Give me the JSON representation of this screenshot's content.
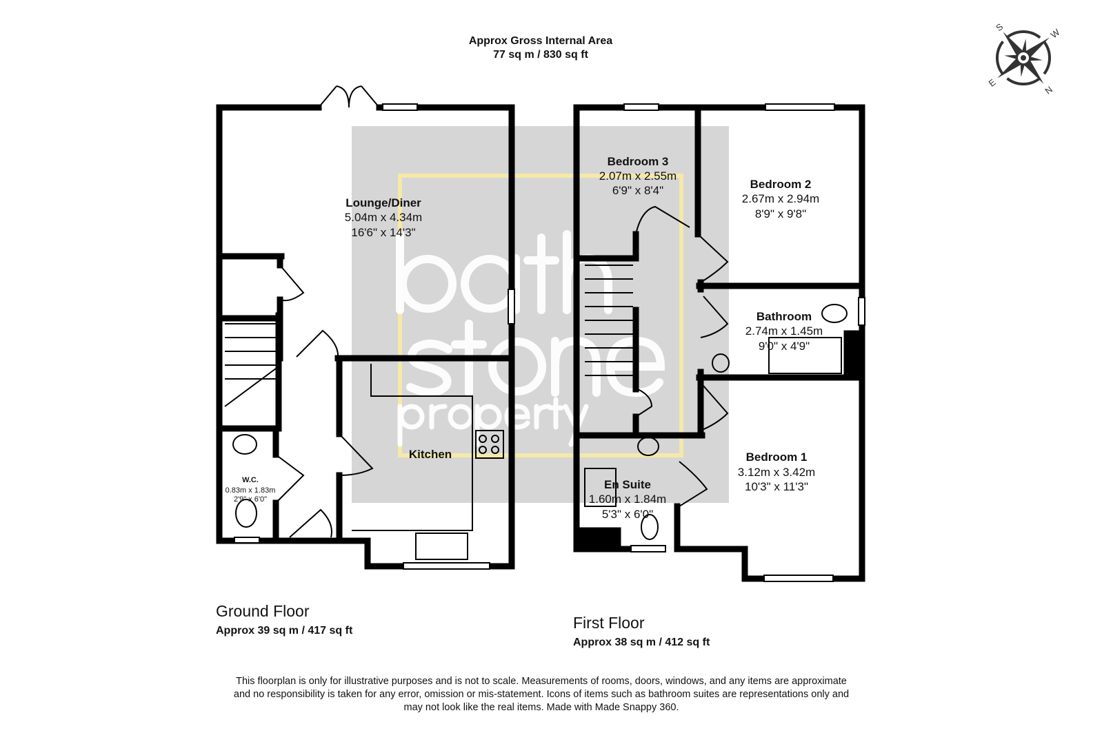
{
  "header": {
    "title": "Approx Gross Internal Area",
    "area": "77 sq m / 830 sq ft"
  },
  "compass": {
    "icon": "compass-rose-icon",
    "letters": [
      "S",
      "W",
      "N",
      "E"
    ]
  },
  "watermark": {
    "line1": "bath",
    "line2": "stone",
    "line3": "property",
    "accent": "#f5e9a8"
  },
  "ground_floor": {
    "title": "Ground Floor",
    "area": "Approx 39 sq m / 417 sq ft",
    "rooms": [
      {
        "name": "Lounge/Diner",
        "metric": "5.04m x 4.34m",
        "imperial": "16'6\" x 14'3\""
      },
      {
        "name": "Kitchen"
      },
      {
        "name": "W.C.",
        "metric": "0.83m x 1.83m",
        "imperial": "2'9\" x 6'0\""
      }
    ]
  },
  "first_floor": {
    "title": "First Floor",
    "area": "Approx 38 sq m / 412 sq ft",
    "rooms": [
      {
        "name": "Bedroom 3",
        "metric": "2.07m x 2.55m",
        "imperial": "6'9\" x 8'4\""
      },
      {
        "name": "Bedroom 2",
        "metric": "2.67m x 2.94m",
        "imperial": "8'9\" x 9'8\""
      },
      {
        "name": "Bathroom",
        "metric": "2.74m x 1.45m",
        "imperial": "9'0\" x 4'9\""
      },
      {
        "name": "Bedroom 1",
        "metric": "3.12m x 3.42m",
        "imperial": "10'3\" x 11'3\""
      },
      {
        "name": "En Suite",
        "metric": "1.60m x 1.84m",
        "imperial": "5'3\" x 6'0\""
      }
    ]
  },
  "disclaimer": [
    "This floorplan is only for illustrative purposes and is not to scale. Measurements of rooms, doors, windows, and any items are approximate",
    "and no responsibility is taken for any error, omission or mis-statement. Icons of items such as bathroom suites are representations only and",
    "may not look like the real items. Made with Made Snappy 360."
  ]
}
